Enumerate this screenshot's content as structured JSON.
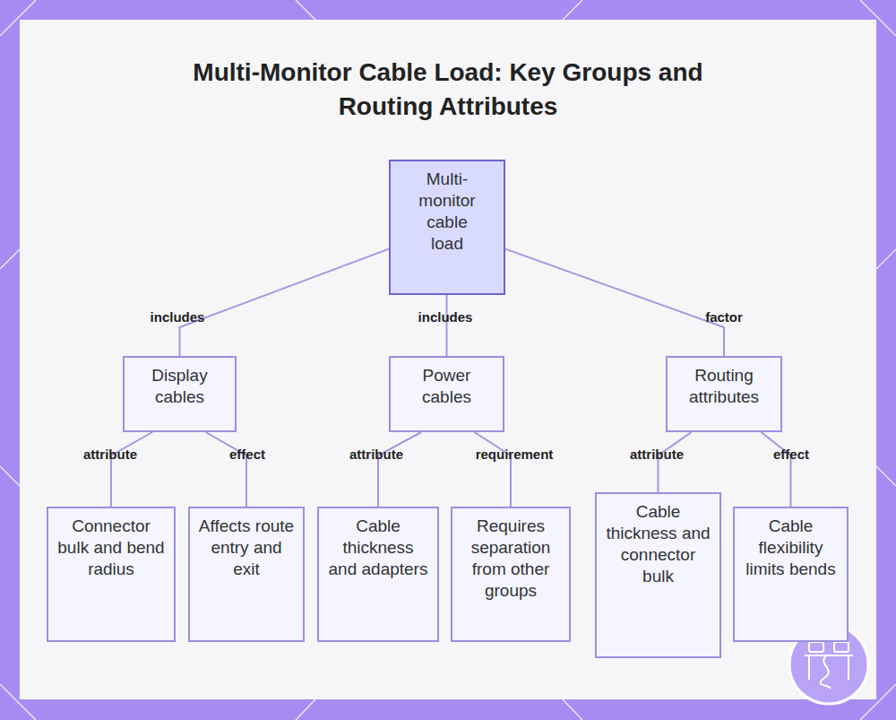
{
  "diagram": {
    "title": "Multi-Monitor Cable Load: Key Groups and Routing Attributes",
    "nodes": [
      {
        "text": [
          "Multi-monitor cable load"
        ]
      },
      {
        "text": [
          "Display cables"
        ]
      },
      {
        "text": [
          "Power cables"
        ]
      },
      {
        "text": [
          "Routing attributes"
        ]
      },
      {
        "text": [
          "Connector bulk and bend radius"
        ]
      },
      {
        "text": [
          "Affects route entry and exit"
        ]
      },
      {
        "text": [
          "Cable thickness and adapters"
        ]
      },
      {
        "text": [
          "Requires separation from other groups"
        ]
      },
      {
        "text": [
          "Cable thickness and connector bulk"
        ]
      },
      {
        "text": [
          "Cable flexibility limits bends"
        ]
      }
    ],
    "edges": [
      {
        "from": 0,
        "to": 1,
        "label": "includes",
        "arrow": "none"
      },
      {
        "from": 0,
        "to": 2,
        "label": "includes",
        "arrow": "none"
      },
      {
        "from": 0,
        "to": 3,
        "label": "factor",
        "arrow": "none"
      },
      {
        "from": 1,
        "to": 4,
        "label": "attribute",
        "arrow": "none"
      },
      {
        "from": 1,
        "to": 5,
        "label": "effect",
        "arrow": "none"
      },
      {
        "from": 2,
        "to": 6,
        "label": "attribute",
        "arrow": "none"
      },
      {
        "from": 2,
        "to": 7,
        "label": "requirement",
        "arrow": "none"
      },
      {
        "from": 3,
        "to": 8,
        "label": "attribute",
        "arrow": "none"
      },
      {
        "from": 3,
        "to": 9,
        "label": "effect",
        "arrow": "none"
      }
    ]
  }
}
